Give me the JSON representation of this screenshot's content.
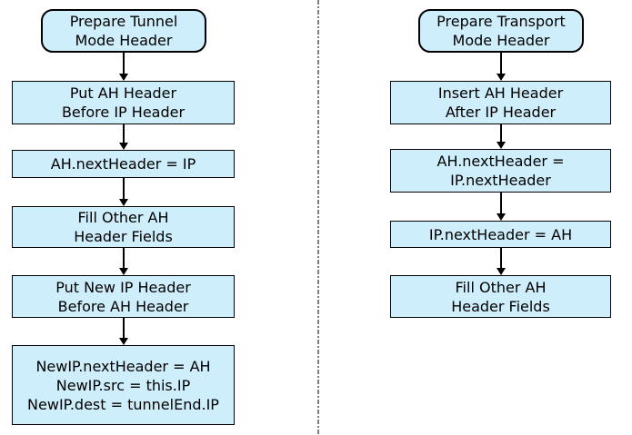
{
  "diagram": {
    "tunnel": {
      "nodes": [
        {
          "shape": "rounded",
          "lines": [
            "Prepare Tunnel",
            "Mode Header"
          ]
        },
        {
          "shape": "rect",
          "lines": [
            "Put AH Header",
            "Before IP Header"
          ]
        },
        {
          "shape": "rect",
          "lines": [
            "AH.nextHeader = IP"
          ]
        },
        {
          "shape": "rect",
          "lines": [
            "Fill Other AH",
            "Header Fields"
          ]
        },
        {
          "shape": "rect",
          "lines": [
            "Put New IP Header",
            "Before AH Header"
          ]
        },
        {
          "shape": "rect",
          "lines": [
            "NewIP.nextHeader = AH",
            "NewIP.src = this.IP",
            "NewIP.dest = tunnelEnd.IP"
          ]
        }
      ]
    },
    "transport": {
      "nodes": [
        {
          "shape": "rounded",
          "lines": [
            "Prepare Transport",
            "Mode Header"
          ]
        },
        {
          "shape": "rect",
          "lines": [
            "Insert AH Header",
            "After IP Header"
          ]
        },
        {
          "shape": "rect",
          "lines": [
            "AH.nextHeader =",
            "IP.nextHeader"
          ]
        },
        {
          "shape": "rect",
          "lines": [
            "IP.nextHeader = AH"
          ]
        },
        {
          "shape": "rect",
          "lines": [
            "Fill Other AH",
            "Header Fields"
          ]
        }
      ]
    },
    "colors": {
      "node_fill": "#cfeefb",
      "node_border": "#000000",
      "arrow": "#000000",
      "divider": "#7f7f7f"
    }
  }
}
